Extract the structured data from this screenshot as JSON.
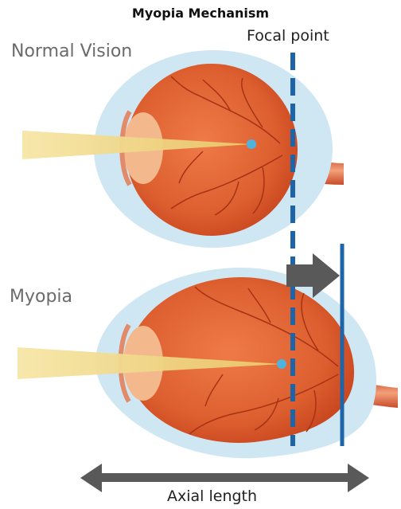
{
  "title": "Myopia Mechanism",
  "labels": {
    "focal_point": "Focal point",
    "normal_vision": "Normal Vision",
    "myopia": "Myopia",
    "axial_length": "Axial length"
  },
  "colors": {
    "dashed_line": "#1e64a8",
    "retina_line": "#1e64a8",
    "arrow": "#595959",
    "light_beam": "#f2dc8f",
    "eye_outer": "#cfe6f3",
    "eye_inner": "#dd5f2f",
    "lens": "#f4b88d",
    "focus_dot": "#4fb3e0"
  }
}
